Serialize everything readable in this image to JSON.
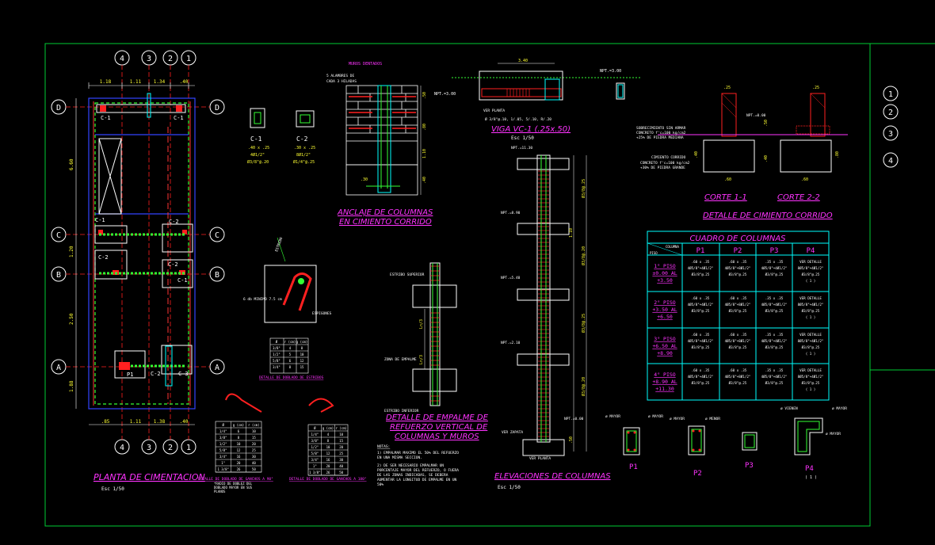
{
  "colors": {
    "background": "#000000",
    "frame": "#00cc33",
    "accent_red": "#ff2020",
    "title_magenta": "#ff33ff",
    "text_white": "#ffffff",
    "text_yellow": "#ffff33",
    "cyan": "#00ffff",
    "green": "#33ff33",
    "blue": "#3333ff"
  },
  "grid_axes": {
    "columns": [
      "4",
      "3",
      "2",
      "1"
    ],
    "rows": [
      "D",
      "C",
      "B",
      "A"
    ],
    "side_markers": [
      "1",
      "2",
      "3",
      "4"
    ]
  },
  "planta": {
    "title": "PLANTA DE CIMENTACION",
    "scale": "Esc 1/50",
    "dims_top": [
      "1.18",
      "1.11",
      "1.34",
      ".40"
    ],
    "dims_bottom": [
      ".85",
      "1.11",
      "1.38",
      ".40"
    ],
    "dims_left": [
      "6.60",
      "1.20",
      "2.50",
      "1.88"
    ],
    "column_tags": [
      "C-1",
      "C-1",
      "C-1",
      "C-2",
      "C-2",
      "C-2",
      "C-1",
      "P1",
      "C-2",
      "C-3"
    ]
  },
  "column_sections": {
    "c1": {
      "label": "C-1",
      "size": ".40 x .25",
      "bars": "4Ø1/2\"",
      "stirrups": "Ø3/8\"@.20"
    },
    "c2": {
      "label": "C-2",
      "size": ".30 x .25",
      "bars": "8Ø1/2\"",
      "stirrups": "Ø1/4\"@.25"
    }
  },
  "anclaje": {
    "title_line1": "ANCLAJE DE COLUMNAS",
    "title_line2": "EN CIMIENTO CORRIDO",
    "note_top": "MUROS DENTADOS",
    "note_sub1": "5 ALAMBRES DE",
    "note_sub2": "CADA 3 HILADAS",
    "dims": [
      ".50",
      ".80",
      "1.10",
      ".30",
      ".40"
    ]
  },
  "viga": {
    "title": "VIGA VC-1 (.25x.50)",
    "scale": "Esc 1/50",
    "label_left": "NPT.=3.00",
    "label_right": "NPT.=3.00",
    "note": "Ø 3/8\"@.10, 1/.05, 5/.10, R/.20",
    "ver_planta": "VER PLANTA",
    "dim": "3.40"
  },
  "cimiento": {
    "title": "DETALLE DE CIMIENTO CORRIDO",
    "corte1": "CORTE 1-1",
    "corte2": "CORTE 2-2",
    "sobrecimiento_note1": "SOBRECIMIENTO SIN ARMAR",
    "sobrecimiento_note2": "CONCRETO f'c=100 kg/cm2",
    "sobrecimiento_note3": "+25% DE PIEDRA MEDIANA",
    "cimiento_note1": "CIMIENTO CORRIDO",
    "cimiento_note2": "CONCRETO f'c=100 kg/cm2",
    "cimiento_note3": "+30% DE PIEDRA GRANDE",
    "npt": "NPT.=0.00",
    "dims": [
      ".25",
      ".50",
      ".60",
      ".40",
      ".80"
    ]
  },
  "gancho": {
    "label_a": "ESTRIBO",
    "label_b": "ESPIGONES",
    "note": "6 db MINIMO 7.5 cm",
    "table_headers": [
      "Ø",
      "r (cm)",
      "g (cm)"
    ],
    "table_rows": [
      [
        "3/8\"",
        "4",
        "8"
      ],
      [
        "1/2\"",
        "5",
        "10"
      ],
      [
        "5/8\"",
        "6",
        "12"
      ],
      [
        "3/4\"",
        "8",
        "15"
      ]
    ],
    "caption": "DETALLE DE DOBLADO DE ESTRIBOS"
  },
  "gancho_table_left": {
    "headers": [
      "Ø",
      "g (cm)",
      "r (cm)"
    ],
    "rows": [
      [
        "1/4\"",
        "6",
        "10"
      ],
      [
        "3/8\"",
        "8",
        "15"
      ],
      [
        "1/2\"",
        "10",
        "20"
      ],
      [
        "5/8\"",
        "12",
        "25"
      ],
      [
        "3/4\"",
        "16",
        "30"
      ],
      [
        "1\"",
        "20",
        "40"
      ],
      [
        "1 3/8\"",
        "26",
        "50"
      ]
    ],
    "caption": "DETALLE DE DOBLADO DE GANCHOS A 90°",
    "sub1": "*RADIO DE DOBLEZ DEL",
    "sub2": "DOBLADO MAYOR EN SUS",
    "sub3": "PLANOS"
  },
  "gancho_table_right": {
    "headers": [
      "Ø",
      "g (cm)",
      "r (cm)"
    ],
    "rows": [
      [
        "1/4\"",
        "4",
        "10"
      ],
      [
        "3/8\"",
        "8",
        "15"
      ],
      [
        "1/2\"",
        "10",
        "20"
      ],
      [
        "5/8\"",
        "12",
        "25"
      ],
      [
        "3/4\"",
        "16",
        "30"
      ],
      [
        "1\"",
        "20",
        "40"
      ],
      [
        "1 3/8\"",
        "26",
        "50"
      ]
    ],
    "caption": "DETALLE DE DOBLADO DE GANCHOS A 180°"
  },
  "empalme": {
    "title_line1": "DETALLE DE EMPALME DE",
    "title_line2": "REFUERZO VERTICAL DE",
    "title_line3": "COLUMNAS Y MUROS",
    "label_top": "ESTRIBO SUPERIOR",
    "label_mid": "ZONA DE EMPALME",
    "label_bot": "ESTRIBO INFERIOR",
    "dims": [
      "Ln/3",
      "Ln/3"
    ],
    "notes_heading": "NOTAS:",
    "note1_a": "1) EMPALMAR MAXIMO EL 50% DEL REFUERZO",
    "note1_b": "EN UNA MISMA SECCION.",
    "note2_a": "2) DE SER NECESARIO EMPALMAR UN",
    "note2_b": "PORCENTAJE MAYOR DEL REFUERZO, O FUERA",
    "note2_c": "DE LAS ZONAS INDICADAS, SE DEBERA",
    "note2_d": "AUMENTAR LA LONGITUD DE EMPALME EN UN",
    "note2_e": "50%"
  },
  "elevaciones": {
    "title": "ELEVACIONES DE COLUMNAS",
    "scale": "Esc 1/50",
    "levels": [
      "NPT.=11.30",
      "NPT.=8.90",
      "NPT.=5.40",
      "NPT.=2.10",
      "NPT.=0.00"
    ],
    "ver_planta": "VER PLANTA",
    "zapata": "VER ZAPATA",
    "dims": [
      "Ø3/8@.25",
      "Ø3/8@.20",
      "Ø3/8@.25",
      "Ø3/8@.20",
      "1.10",
      ".50"
    ]
  },
  "cuadro": {
    "title": "CUADRO DE COLUMNAS",
    "corner_top": "COLUMNA",
    "corner_bottom": "PISO",
    "headers": [
      "P1",
      "P2",
      "P3",
      "P4"
    ],
    "rows": [
      {
        "piso": "1° PISO",
        "range1": "±0.00 AL",
        "range2": "+3.50",
        "cells": [
          [
            ".60 x .35",
            "4Ø5/8\"+4Ø1/2\"",
            "Ø3/8\"@.25"
          ],
          [
            ".60 x .35",
            "4Ø5/8\"+8Ø1/2\"",
            "Ø3/8\"@.25"
          ],
          [
            ".35 x .35",
            "4Ø5/8\"+4Ø1/2\"",
            "Ø3/8\"@.25"
          ],
          [
            "VER DETALLE",
            "8Ø5/8\"+4Ø1/2\"",
            "Ø3/8\"@.25",
            "( 1 )"
          ]
        ]
      },
      {
        "piso": "2° PISO",
        "range1": "+3.50 AL",
        "range2": "+6.50",
        "cells": [
          [
            ".60 x .35",
            "4Ø5/8\"+4Ø1/2\"",
            "Ø3/8\"@.25"
          ],
          [
            ".60 x .35",
            "4Ø5/8\"+8Ø1/2\"",
            "Ø3/8\"@.25"
          ],
          [
            ".35 x .35",
            "4Ø5/8\"+4Ø1/2\"",
            "Ø3/8\"@.25"
          ],
          [
            "VER DETALLE",
            "8Ø5/8\"+4Ø1/2\"",
            "Ø3/8\"@.25",
            "( 1 )"
          ]
        ]
      },
      {
        "piso": "3° PISO",
        "range1": "+6.50 AL",
        "range2": "+8.90",
        "cells": [
          [
            ".60 x .35",
            "4Ø5/8\"+4Ø1/2\"",
            "Ø3/8\"@.25"
          ],
          [
            ".60 x .35",
            "4Ø5/8\"+8Ø1/2\"",
            "Ø3/8\"@.25"
          ],
          [
            ".35 x .35",
            "4Ø5/8\"+4Ø1/2\"",
            "Ø3/8\"@.25"
          ],
          [
            "VER DETALLE",
            "8Ø5/8\"+4Ø1/2\"",
            "Ø3/8\"@.25",
            "( 1 )"
          ]
        ]
      },
      {
        "piso": "4° PISO",
        "range1": "+8.90 AL",
        "range2": "+11.30",
        "cells": [
          [
            ".60 x .35",
            "4Ø5/8\"+4Ø1/2\"",
            "Ø3/8\"@.25"
          ],
          [
            ".60 x .35",
            "4Ø5/8\"+8Ø1/2\"",
            "Ø3/8\"@.25"
          ],
          [
            ".35 x .35",
            "4Ø5/8\"+4Ø1/2\"",
            "Ø3/8\"@.25"
          ],
          [
            "VER DETALLE",
            "8Ø5/8\"+4Ø1/2\"",
            "Ø3/8\"@.25",
            "( 1 )"
          ]
        ]
      }
    ]
  },
  "sections_bottom": {
    "p1": "P1",
    "p2": "P2",
    "p3": "P3",
    "p4": "P4",
    "p4_sub": "( 1 )",
    "mayor": "ø MAYOR",
    "menor": "ø MENOR",
    "vienen": "ø VIENEN"
  }
}
